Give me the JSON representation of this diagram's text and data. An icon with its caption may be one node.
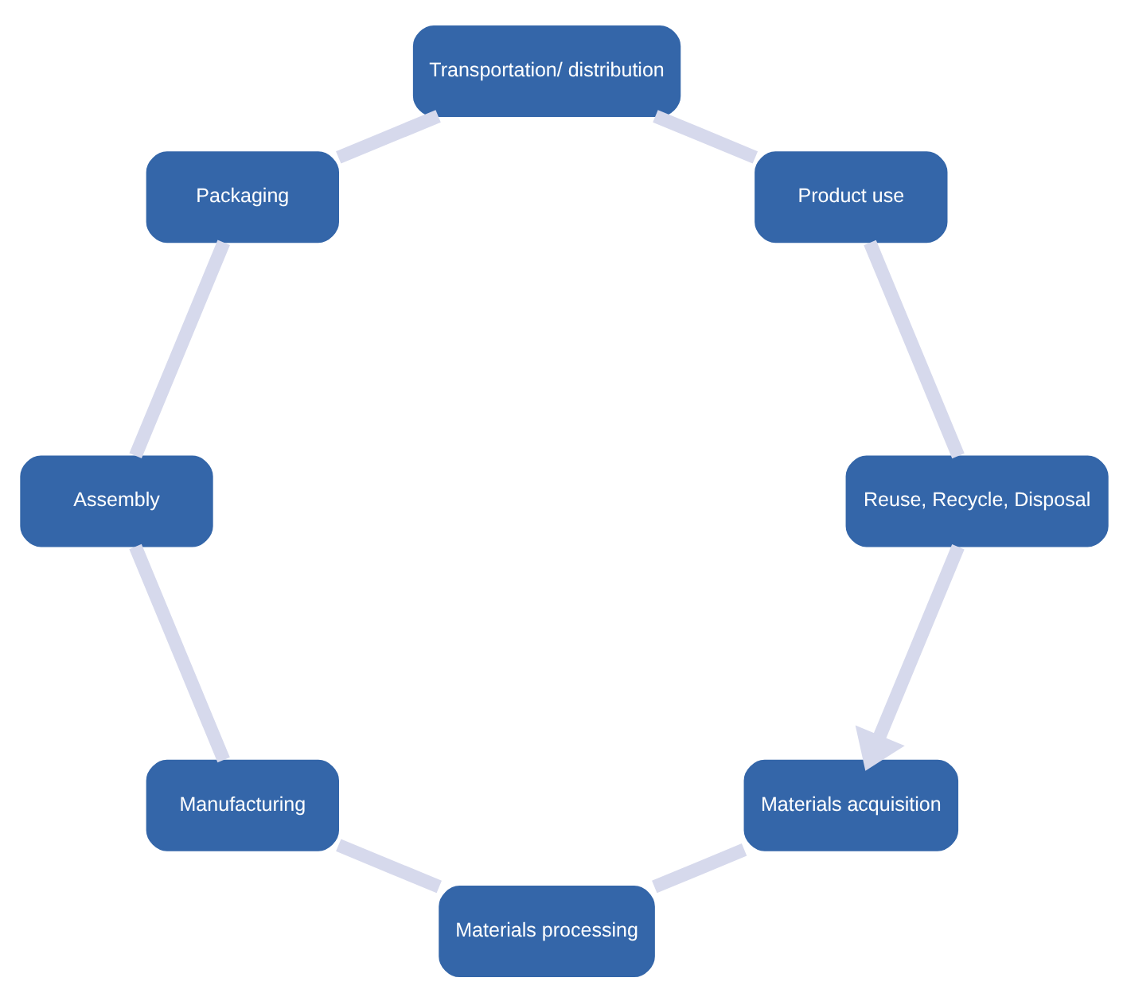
{
  "diagram": {
    "nodes": [
      {
        "text": [
          "Materials acquisition"
        ]
      },
      {
        "text": [
          "Materials processing"
        ]
      },
      {
        "text": [
          "Manufacturing"
        ]
      },
      {
        "text": [
          "Assembly"
        ]
      },
      {
        "text": [
          "Packaging"
        ]
      },
      {
        "text": [
          "Transportation/ distribution"
        ]
      },
      {
        "text": [
          "Product use"
        ]
      },
      {
        "text": [
          "Reuse, Recycle, Disposal"
        ]
      }
    ],
    "edges": [
      {
        "from": 0,
        "to": 1,
        "arrow": "none"
      },
      {
        "from": 1,
        "to": 2,
        "arrow": "none"
      },
      {
        "from": 2,
        "to": 3,
        "arrow": "none"
      },
      {
        "from": 3,
        "to": 4,
        "arrow": "none"
      },
      {
        "from": 4,
        "to": 5,
        "arrow": "none"
      },
      {
        "from": 5,
        "to": 6,
        "arrow": "none"
      },
      {
        "from": 6,
        "to": 7,
        "arrow": "none"
      },
      {
        "from": 7,
        "to": 0,
        "arrow": "to"
      }
    ]
  }
}
